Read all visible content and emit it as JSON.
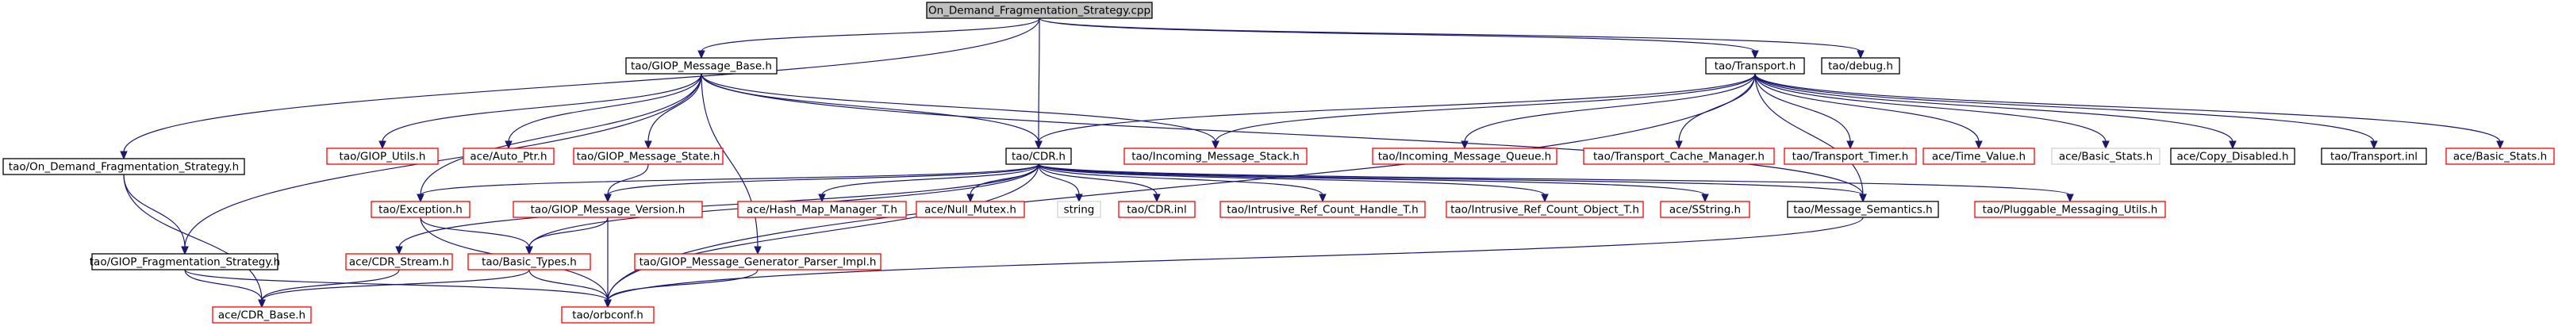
{
  "colors": {
    "root_fill": "#bfbfbf",
    "node_fill": "#ffffff",
    "black_border": "#000000",
    "red_border": "#ff0000",
    "grey_border": "#d3d3d3",
    "edge": "#191970",
    "text": "#000000"
  },
  "diagram": {
    "nodes": [
      {
        "id": "root",
        "label": "On_Demand_Fragmentation_Strategy.cpp",
        "style": "root"
      },
      {
        "id": "gmb",
        "label": "tao/GIOP_Message_Base.h",
        "style": "black"
      },
      {
        "id": "odfsh",
        "label": "tao/On_Demand_Fragmentation_Strategy.h",
        "style": "black"
      },
      {
        "id": "cdr",
        "label": "tao/CDR.h",
        "style": "black"
      },
      {
        "id": "trans",
        "label": "tao/Transport.h",
        "style": "black"
      },
      {
        "id": "debug",
        "label": "tao/debug.h",
        "style": "black"
      },
      {
        "id": "gutils",
        "label": "tao/GIOP_Utils.h",
        "style": "red"
      },
      {
        "id": "autop",
        "label": "ace/Auto_Ptr.h",
        "style": "red"
      },
      {
        "id": "gms",
        "label": "tao/GIOP_Message_State.h",
        "style": "red"
      },
      {
        "id": "ims",
        "label": "tao/Incoming_Message_Stack.h",
        "style": "red"
      },
      {
        "id": "imq",
        "label": "tao/Incoming_Message_Queue.h",
        "style": "red"
      },
      {
        "id": "tcm",
        "label": "tao/Transport_Cache_Manager.h",
        "style": "red"
      },
      {
        "id": "ttimer",
        "label": "tao/Transport_Timer.h",
        "style": "red"
      },
      {
        "id": "tval",
        "label": "ace/Time_Value.h",
        "style": "red"
      },
      {
        "id": "bstats1",
        "label": "ace/Basic_Stats.h",
        "style": "grey"
      },
      {
        "id": "copyd",
        "label": "ace/Copy_Disabled.h",
        "style": "black"
      },
      {
        "id": "tinl",
        "label": "tao/Transport.inl",
        "style": "black"
      },
      {
        "id": "bstats2",
        "label": "ace/Basic_Stats.h",
        "style": "red"
      },
      {
        "id": "exc",
        "label": "tao/Exception.h",
        "style": "red"
      },
      {
        "id": "gmv",
        "label": "tao/GIOP_Message_Version.h",
        "style": "red"
      },
      {
        "id": "hmm",
        "label": "ace/Hash_Map_Manager_T.h",
        "style": "red"
      },
      {
        "id": "nmut",
        "label": "ace/Null_Mutex.h",
        "style": "red"
      },
      {
        "id": "str",
        "label": "string",
        "style": "grey"
      },
      {
        "id": "cdrinl",
        "label": "tao/CDR.inl",
        "style": "red"
      },
      {
        "id": "irch",
        "label": "tao/Intrusive_Ref_Count_Handle_T.h",
        "style": "red"
      },
      {
        "id": "irco",
        "label": "tao/Intrusive_Ref_Count_Object_T.h",
        "style": "red"
      },
      {
        "id": "sstr",
        "label": "ace/SString.h",
        "style": "red"
      },
      {
        "id": "msem",
        "label": "tao/Message_Semantics.h",
        "style": "black"
      },
      {
        "id": "pmu",
        "label": "tao/Pluggable_Messaging_Utils.h",
        "style": "red"
      },
      {
        "id": "gfs",
        "label": "tao/GIOP_Fragmentation_Strategy.h",
        "style": "black"
      },
      {
        "id": "cdrs",
        "label": "ace/CDR_Stream.h",
        "style": "red"
      },
      {
        "id": "btypes",
        "label": "tao/Basic_Types.h",
        "style": "red"
      },
      {
        "id": "gmgpi",
        "label": "tao/GIOP_Message_Generator_Parser_Impl.h",
        "style": "red"
      },
      {
        "id": "cdrbase",
        "label": "ace/CDR_Base.h",
        "style": "red"
      },
      {
        "id": "orbconf",
        "label": "tao/orbconf.h",
        "style": "red"
      }
    ],
    "edges": [
      [
        "root",
        "gmb"
      ],
      [
        "root",
        "cdr"
      ],
      [
        "root",
        "trans"
      ],
      [
        "root",
        "debug"
      ],
      [
        "root",
        "odfsh"
      ],
      [
        "gmb",
        "gutils"
      ],
      [
        "gmb",
        "autop"
      ],
      [
        "gmb",
        "gms"
      ],
      [
        "gmb",
        "ims"
      ],
      [
        "gmb",
        "cdr"
      ],
      [
        "gmb",
        "gmgpi"
      ],
      [
        "gmb",
        "exc"
      ],
      [
        "gmb",
        "gfs"
      ],
      [
        "gmb",
        "msem"
      ],
      [
        "trans",
        "ims"
      ],
      [
        "trans",
        "imq"
      ],
      [
        "trans",
        "tcm"
      ],
      [
        "trans",
        "ttimer"
      ],
      [
        "trans",
        "tval"
      ],
      [
        "trans",
        "bstats1"
      ],
      [
        "trans",
        "copyd"
      ],
      [
        "trans",
        "tinl"
      ],
      [
        "trans",
        "bstats2"
      ],
      [
        "trans",
        "cdr"
      ],
      [
        "trans",
        "msem"
      ],
      [
        "trans",
        "orbconf"
      ],
      [
        "cdr",
        "cdrs"
      ],
      [
        "cdr",
        "exc"
      ],
      [
        "cdr",
        "gmv"
      ],
      [
        "cdr",
        "hmm"
      ],
      [
        "cdr",
        "nmut"
      ],
      [
        "cdr",
        "str"
      ],
      [
        "cdr",
        "cdrinl"
      ],
      [
        "cdr",
        "irch"
      ],
      [
        "cdr",
        "irco"
      ],
      [
        "cdr",
        "sstr"
      ],
      [
        "cdr",
        "msem"
      ],
      [
        "cdr",
        "pmu"
      ],
      [
        "cdr",
        "btypes"
      ],
      [
        "cdr",
        "orbconf"
      ],
      [
        "gms",
        "gmv"
      ],
      [
        "gmv",
        "btypes"
      ],
      [
        "gmv",
        "orbconf"
      ],
      [
        "exc",
        "btypes"
      ],
      [
        "exc",
        "orbconf"
      ],
      [
        "btypes",
        "cdrbase"
      ],
      [
        "btypes",
        "orbconf"
      ],
      [
        "cdrs",
        "cdrbase"
      ],
      [
        "gmgpi",
        "orbconf"
      ],
      [
        "msem",
        "orbconf"
      ],
      [
        "odfsh",
        "gfs"
      ],
      [
        "odfsh",
        "cdrbase"
      ],
      [
        "gfs",
        "cdrbase"
      ],
      [
        "gfs",
        "orbconf"
      ]
    ]
  }
}
